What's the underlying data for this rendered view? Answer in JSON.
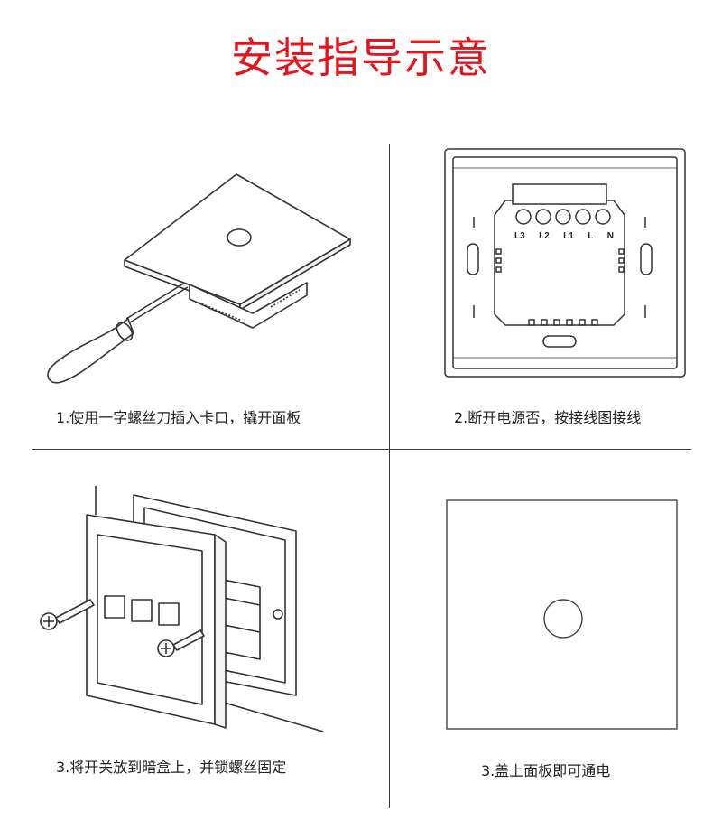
{
  "title": "安装指导示意",
  "steps": [
    {
      "caption": "1.使用一字螺丝刀插入卡口，撬开面板"
    },
    {
      "caption": "2.断开电源否，按接线图接线"
    },
    {
      "caption": "3.将开关放到暗盒上，并锁螺丝固定"
    },
    {
      "caption": "3.盖上面板即可通电"
    }
  ],
  "terminals": [
    "L3",
    "L2",
    "L1",
    "L",
    "N"
  ],
  "colors": {
    "title": "#e3141b",
    "line": "#3a3a3a"
  }
}
